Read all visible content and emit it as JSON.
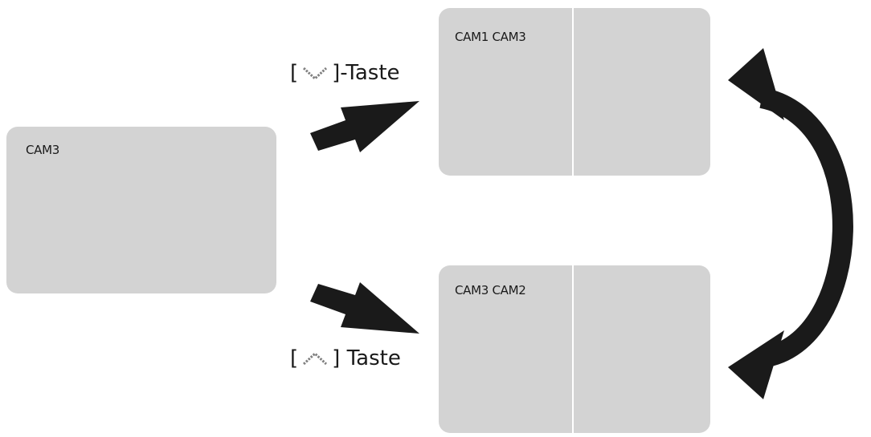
{
  "screens": {
    "single": {
      "label": "CAM3"
    },
    "split_top": {
      "label": "CAM1 CAM3"
    },
    "split_bottom": {
      "label": "CAM3 CAM2"
    }
  },
  "keys": {
    "down": {
      "open": "[",
      "icon": "chevron-down-icon",
      "close": "]-Taste"
    },
    "up": {
      "open": "[",
      "icon": "chevron-up-icon",
      "close": "] Taste"
    }
  },
  "colors": {
    "screen": "#d3d3d3",
    "arrow": "#1a1a1a",
    "glyph": "#808080"
  }
}
